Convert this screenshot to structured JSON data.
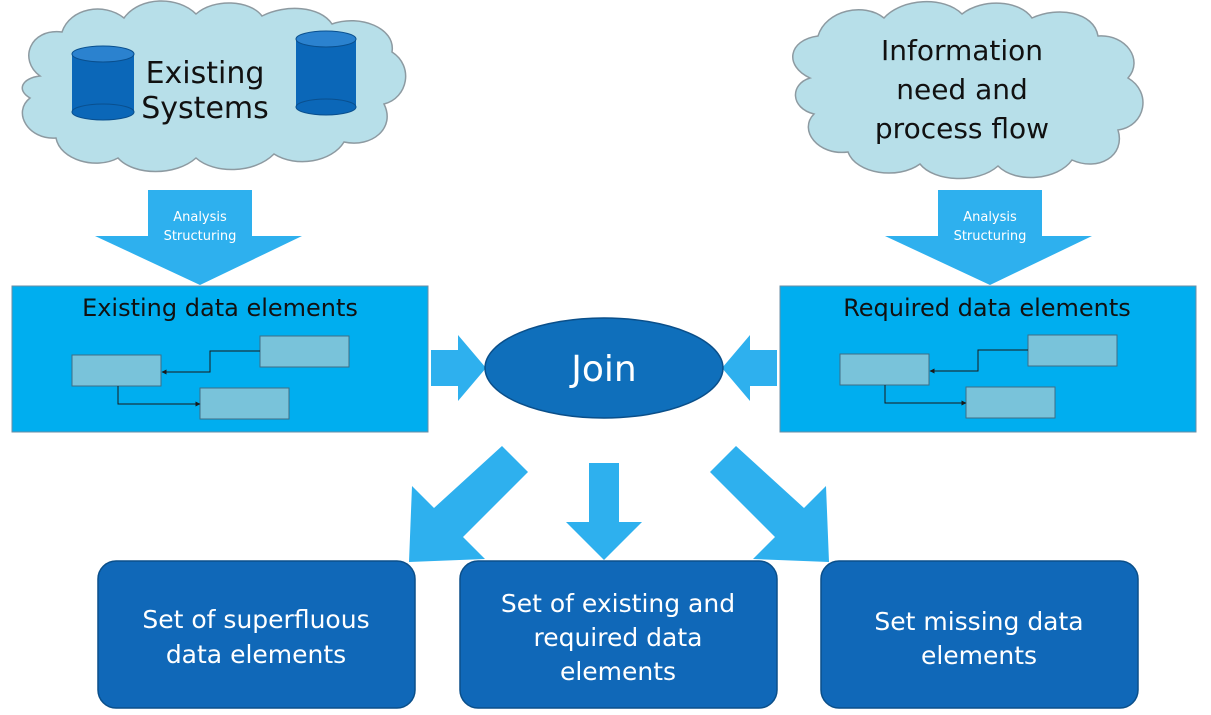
{
  "colors": {
    "cloud_fill": "#b7dfe9",
    "cloud_stroke": "#8d9aa1",
    "arrow": "#2eb0ee",
    "panel_fill": "#00aeef",
    "panel_stroke": "#6a8ea6",
    "inner_box": "#79c3da",
    "join_fill": "#0f6fbb",
    "result_fill": "#1068b8",
    "db_fill": "#0b67b8"
  },
  "sources": {
    "existing": {
      "title_line1": "Existing",
      "title_line2": "Systems",
      "arrow_line1": "Analysis",
      "arrow_line2": "Structuring"
    },
    "required": {
      "title_line1": "Information",
      "title_line2": "need and",
      "title_line3": "process flow",
      "arrow_line1": "Analysis",
      "arrow_line2": "Structuring"
    }
  },
  "panels": {
    "existing_title": "Existing data elements",
    "required_title": "Required data elements"
  },
  "join": {
    "label": "Join"
  },
  "results": [
    {
      "line1": "Set of superfluous",
      "line2": "data elements",
      "line3": ""
    },
    {
      "line1": "Set of existing and",
      "line2": "required data",
      "line3": "elements"
    },
    {
      "line1": "Set missing data",
      "line2": "elements",
      "line3": ""
    }
  ]
}
